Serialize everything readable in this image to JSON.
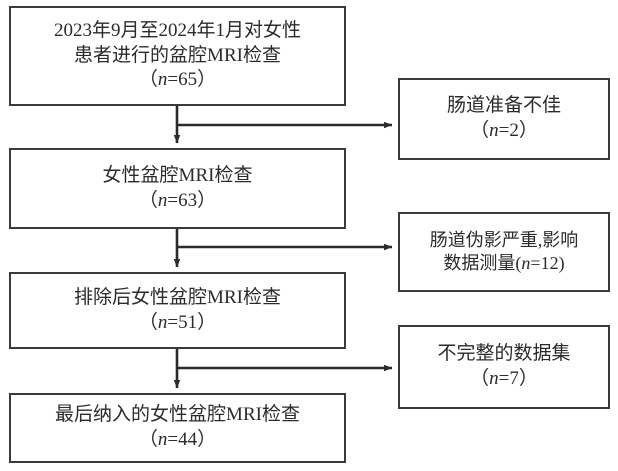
{
  "diagram": {
    "type": "patient-selection-flowchart",
    "language": "zh-CN",
    "stroke_color": "#3a3a3a",
    "text_color": "#2b2b2b",
    "background_color": "#ffffff"
  },
  "main_flow": [
    {
      "id": "enrolled",
      "lines": [
        "2023年9月至2024年1月对女性",
        "患者进行的盆腔MRI检查"
      ],
      "count_prefix": "（",
      "count_var": "n",
      "count_value": "=65",
      "count_suffix": "）"
    },
    {
      "id": "screened",
      "lines": [
        "女性盆腔MRI检查"
      ],
      "count_prefix": "（",
      "count_var": "n",
      "count_value": "=63",
      "count_suffix": "）"
    },
    {
      "id": "excluded",
      "lines": [
        "排除后女性盆腔MRI检查"
      ],
      "count_prefix": "（",
      "count_var": "n",
      "count_value": "=51",
      "count_suffix": "）"
    },
    {
      "id": "final",
      "lines": [
        "最后纳入的女性盆腔MRI检查"
      ],
      "count_prefix": "（",
      "count_var": "n",
      "count_value": "=44",
      "count_suffix": "）"
    }
  ],
  "exclusions": [
    {
      "id": "bowel-prep",
      "line1": "肠道准备不佳",
      "line2_prefix": "（",
      "line2_var": "n",
      "line2_value": "=2",
      "line2_suffix": "）"
    },
    {
      "id": "artifact",
      "line1": "肠道伪影严重,影响",
      "line2_prefix": "数据测量(",
      "line2_var": "n",
      "line2_value": "=12",
      "line2_suffix": ")"
    },
    {
      "id": "incomplete",
      "line1": "不完整的数据集",
      "line2_prefix": "（",
      "line2_var": "n",
      "line2_value": "=7",
      "line2_suffix": "）"
    }
  ]
}
